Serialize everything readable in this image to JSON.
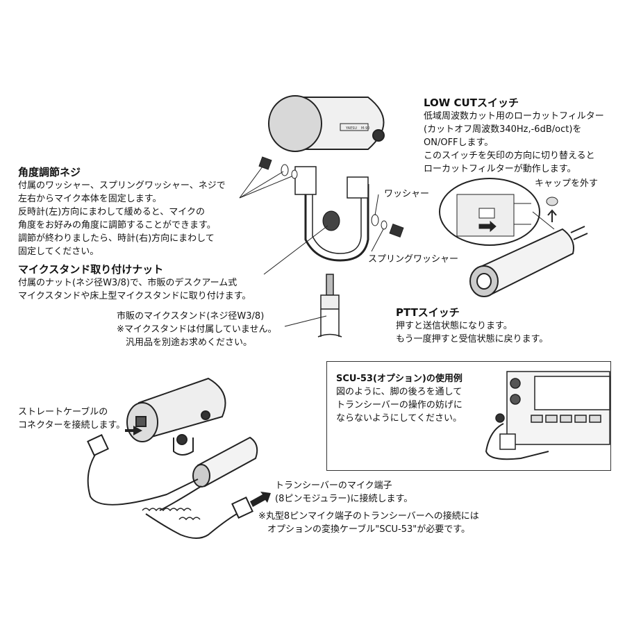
{
  "low_cut": {
    "title": "LOW CUTスイッチ",
    "lines": [
      "低域周波数カット用のローカットフィルター",
      "(カットオフ周波数340Hz,-6dB/oct)を",
      "ON/OFFします。",
      "このスイッチを矢印の方向に切り替えると",
      "ローカットフィルターが動作します。"
    ]
  },
  "angle_screw": {
    "title": "角度調節ネジ",
    "lines": [
      "付属のワッシャー、スプリングワッシャー、ネジで",
      "左右からマイク本体を固定します。",
      "反時計(左)方向にまわして緩めると、マイクの",
      "角度をお好みの角度に調節することができます。",
      "調節が終わりましたら、時計(右)方向にまわして",
      "固定してください。"
    ]
  },
  "stand_nut": {
    "title": "マイクスタンド取り付けナット",
    "lines": [
      "付属のナット(ネジ径W3/8)で、市販のデスクアーム式",
      "マイクスタンドや床上型マイクスタンドに取り付けます。"
    ]
  },
  "commercial_stand": {
    "lines": [
      "市販のマイクスタンド(ネジ径W3/8)",
      "※マイクスタンドは付属していません。",
      "汎用品を別途お求めください。"
    ]
  },
  "labels": {
    "washer": "ワッシャー",
    "spring_washer": "スプリングワッシャー",
    "remove_cap": "キャップを外す",
    "mic_brand": "YAESU",
    "mic_model": "M-90"
  },
  "ptt": {
    "title": "PTTスイッチ",
    "lines": [
      "押すと送信状態になります。",
      "もう一度押すと受信状態に戻ります。"
    ]
  },
  "straight_cable": {
    "lines": [
      "ストレートケーブルの",
      "コネクターを接続します。"
    ]
  },
  "transceiver": {
    "lines": [
      "トランシーバーのマイク端子",
      "(8ピンモジュラー)に接続します。"
    ],
    "note_lines": [
      "※丸型8ピンマイク端子のトランシーバーへの接続には",
      "オプションの変換ケーブル\"SCU-53\"が必要です。"
    ]
  },
  "scu53": {
    "title": "SCU-53(オプション)の使用例",
    "lines": [
      "図のように、脚の後ろを通して",
      "トランシーバーの操作の妨げに",
      "ならないようにしてください。"
    ]
  }
}
